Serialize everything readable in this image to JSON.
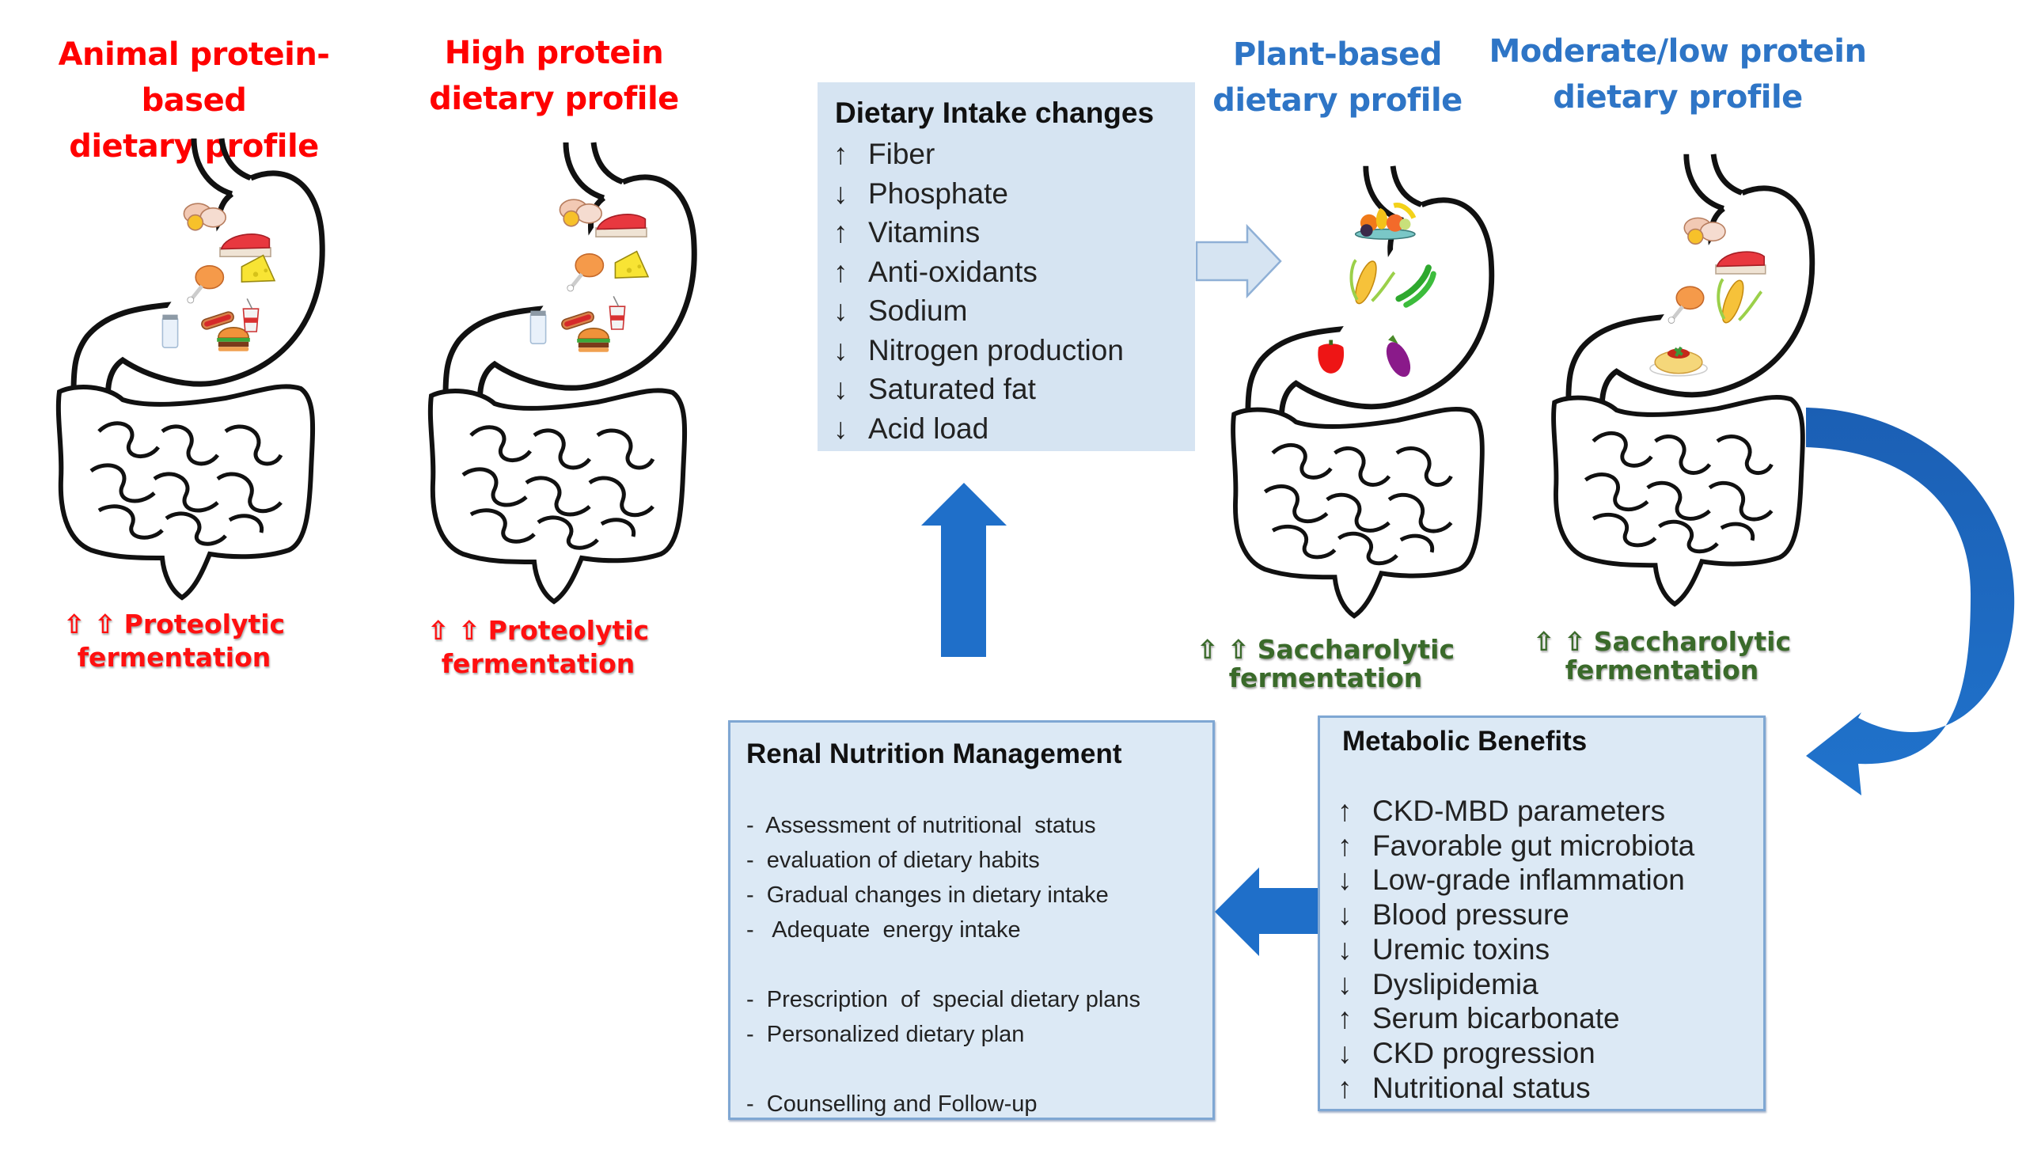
{
  "profiles": [
    {
      "title_line1": "Animal protein-based",
      "title_line2": "dietary profile",
      "color": "#ff0000",
      "foods": [
        "eggs",
        "steak",
        "chicken-leg",
        "cheese",
        "milk-bottle",
        "hot-dog",
        "burger",
        "soda"
      ],
      "fermentation_line1": "Proteolytic",
      "fermentation_line2": "fermentation",
      "fermentation_arrows": "⇧ ⇧"
    },
    {
      "title_line1": "High protein",
      "title_line2": "dietary profile",
      "color": "#ff0000",
      "foods": [
        "eggs",
        "steak",
        "chicken-leg",
        "cheese",
        "milk-bottle",
        "hot-dog",
        "burger",
        "soda"
      ],
      "fermentation_line1": "Proteolytic",
      "fermentation_line2": "fermentation",
      "fermentation_arrows": "⇧ ⇧"
    },
    {
      "title_line1": "Plant-based",
      "title_line2": "dietary profile",
      "color": "#2e75c6",
      "foods": [
        "fruit-bowl",
        "corn",
        "peas",
        "pepper",
        "eggplant"
      ],
      "fermentation_line1": "Saccharolytic",
      "fermentation_line2": "fermentation",
      "fermentation_arrows": "⇧ ⇧"
    },
    {
      "title_line1": "Moderate/low protein",
      "title_line2": "dietary profile",
      "color": "#2e75c6",
      "foods": [
        "eggs",
        "steak",
        "chicken-leg",
        "corn",
        "spaghetti"
      ],
      "fermentation_line1": "Saccharolytic",
      "fermentation_line2": "fermentation",
      "fermentation_arrows": "⇧ ⇧"
    }
  ],
  "intake": {
    "title": "Dietary Intake changes",
    "items": [
      {
        "dir": "↑",
        "label": "Fiber"
      },
      {
        "dir": "↓",
        "label": "Phosphate"
      },
      {
        "dir": "↑",
        "label": "Vitamins"
      },
      {
        "dir": "↑",
        "label": "Anti-oxidants"
      },
      {
        "dir": "↓",
        "label": "Sodium"
      },
      {
        "dir": "↓",
        "label": "Nitrogen production"
      },
      {
        "dir": "↓",
        "label": "Saturated fat"
      },
      {
        "dir": "↓",
        "label": "Acid load"
      }
    ]
  },
  "renal": {
    "title": "Renal Nutrition Management",
    "groups": [
      [
        "-  Assessment of nutritional  status",
        "-  evaluation of dietary habits",
        "-  Gradual changes in dietary intake",
        "-   Adequate  energy intake"
      ],
      [
        "-  Prescription  of  special dietary plans",
        "-  Personalized dietary plan"
      ],
      [
        "-  Counselling and Follow-up"
      ]
    ]
  },
  "metabolic": {
    "title": "Metabolic Benefits",
    "items": [
      {
        "dir": "↑",
        "label": "CKD-MBD parameters"
      },
      {
        "dir": "↑",
        "label": "Favorable gut microbiota"
      },
      {
        "dir": "↓",
        "label": "Low-grade inflammation"
      },
      {
        "dir": "↓",
        "label": "Blood pressure"
      },
      {
        "dir": "↓",
        "label": "Uremic toxins"
      },
      {
        "dir": "↓",
        "label": "Dyslipidemia"
      },
      {
        "dir": "↑",
        "label": "Serum bicarbonate"
      },
      {
        "dir": "↓",
        "label": "CKD progression"
      },
      {
        "dir": "↑",
        "label": "Nutritional  status"
      }
    ]
  },
  "colors": {
    "animal_title": "#ff0000",
    "plant_title": "#2e75c6",
    "proteolytic": "#ff1010",
    "saccharolytic": "#3a6a2a",
    "arrow_blue": "#1f6fc9",
    "box_fill": "#d6e4f2",
    "light_arrow": "#d6e4f2"
  },
  "icons": {
    "flow_arrows": [
      "light-right-arrow",
      "up-arrow",
      "left-arrow",
      "curved-down-left-arrow"
    ],
    "anatomy": "stomach-intestine-icon"
  }
}
